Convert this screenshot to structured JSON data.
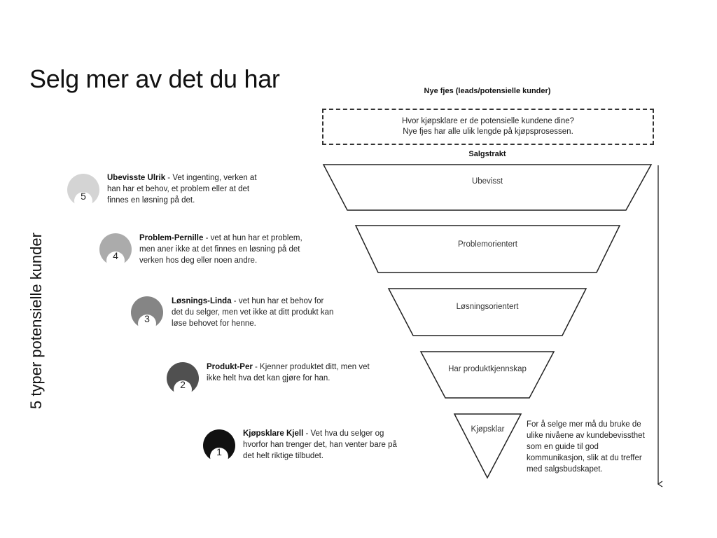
{
  "title": "Selg mer av det du har",
  "side_title": "5 typer potensielle kunder",
  "funnel": {
    "top_header": "Nye fjes (leads/potensielle kunder)",
    "question_line1": "Hvor kjøpsklare er de potensielle kundene dine?",
    "question_line2": "Nye fjes har alle ulik lengde på kjøpsprosessen.",
    "funnel_header": "Salgstrakt",
    "stages": [
      "Ubevisst",
      "Problemorientert",
      "Løsningsorientert",
      "Har produktkjennskap",
      "Kjøpsklar"
    ],
    "note": "For å selge mer må du bruke de ulike nivåene av kundebevissthet som en guide til god kommunikasjon, slik at du treffer med salgsbudskapet."
  },
  "personas": [
    {
      "number": "5",
      "name": "Ubevisste Ulrik",
      "desc": " - Vet ingenting, verken at han har et behov, et problem eller at det finnes en løsning på det.",
      "color": "#d4d4d4"
    },
    {
      "number": "4",
      "name": "Problem-Pernille",
      "desc": " - vet at hun har et problem, men aner ikke at det finnes en løsning på det verken hos deg eller noen andre.",
      "color": "#ababab"
    },
    {
      "number": "3",
      "name": "Løsnings-Linda",
      "desc": " - vet hun har et behov for det du selger, men vet ikke at ditt produkt kan løse behovet for henne.",
      "color": "#858585"
    },
    {
      "number": "2",
      "name": "Produkt-Per",
      "desc": " - Kjenner produktet ditt, men vet ikke helt hva det kan gjøre for han.",
      "color": "#505050"
    },
    {
      "number": "1",
      "name": "Kjøpsklare Kjell",
      "desc": " - Vet hva du selger og hvorfor han trenger det, han venter bare på det helt riktige tilbudet.",
      "color": "#111111"
    }
  ]
}
